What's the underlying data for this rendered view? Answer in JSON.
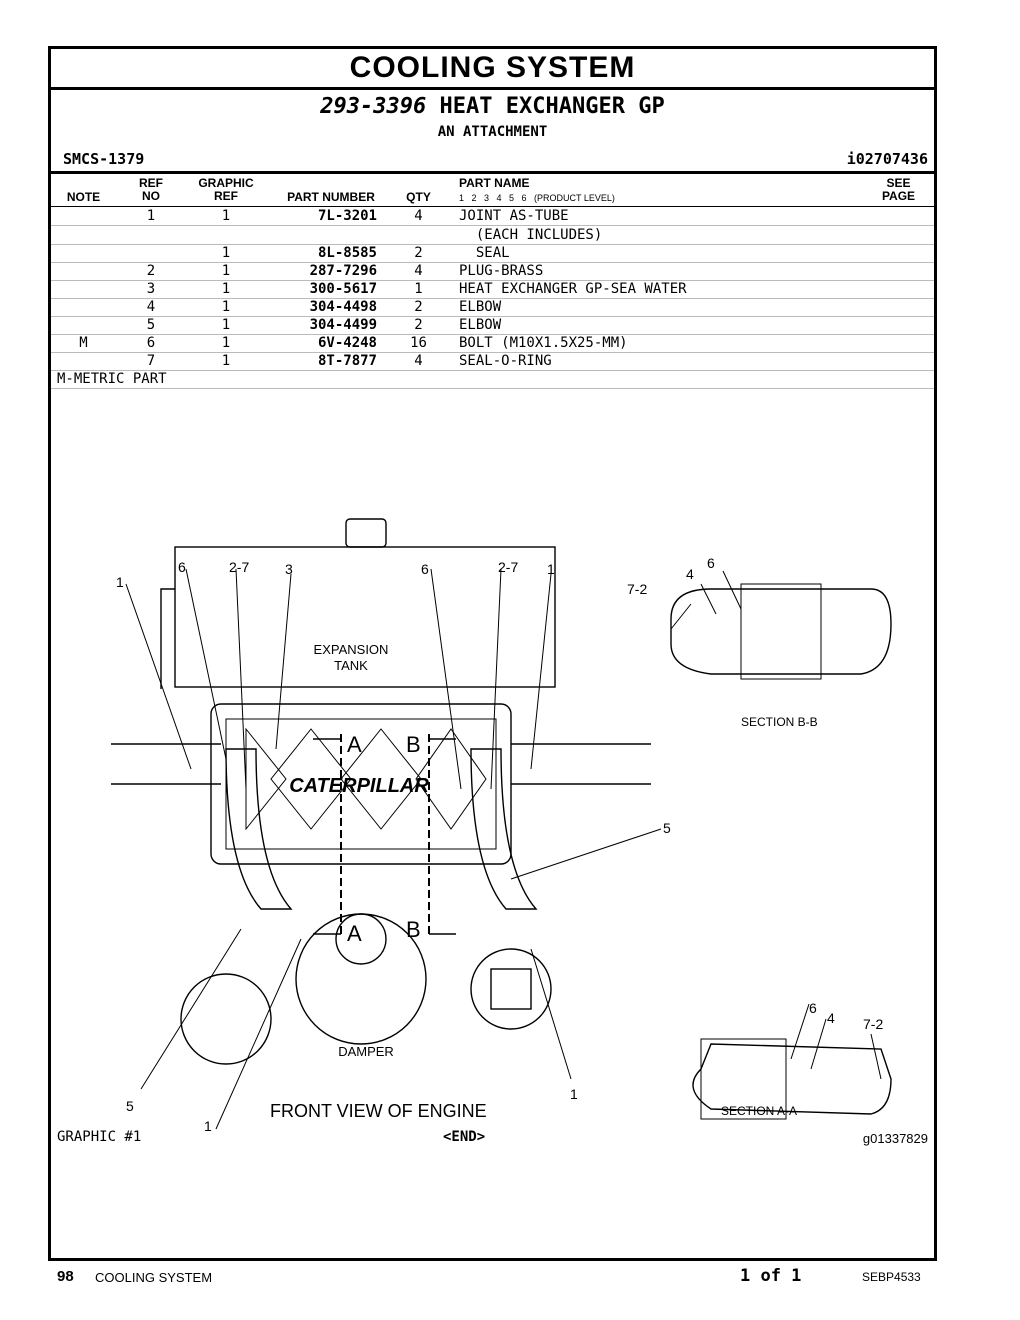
{
  "header": {
    "section_title": "COOLING SYSTEM",
    "part_number": "293-3396",
    "part_name": "HEAT EXCHANGER GP",
    "attachment": "AN ATTACHMENT",
    "smcs": "SMCS-1379",
    "info_id": "i02707436"
  },
  "columns": {
    "note": "NOTE",
    "ref_top": "REF",
    "ref_bottom": "NO",
    "graphic_top": "GRAPHIC",
    "graphic_bottom": "REF",
    "part_number": "PART NUMBER",
    "qty": "QTY",
    "part_name": "PART NAME",
    "product_level": "1   2   3   4   5   6   (PRODUCT LEVEL)",
    "see_top": "SEE",
    "see_bottom": "PAGE"
  },
  "rows": [
    {
      "note": "",
      "ref": "1",
      "graphic": "1",
      "pn": "7L-3201",
      "qty": "4",
      "name": "JOINT AS-TUBE"
    },
    {
      "note": "",
      "ref": "",
      "graphic": "",
      "pn": "",
      "qty": "",
      "name": "  (EACH INCLUDES)"
    },
    {
      "note": "",
      "ref": "",
      "graphic": "1",
      "pn": "8L-8585",
      "qty": "2",
      "name": "  SEAL"
    },
    {
      "note": "",
      "ref": "2",
      "graphic": "1",
      "pn": "287-7296",
      "qty": "4",
      "name": "PLUG-BRASS"
    },
    {
      "note": "",
      "ref": "3",
      "graphic": "1",
      "pn": "300-5617",
      "qty": "1",
      "name": "HEAT EXCHANGER GP-SEA WATER"
    },
    {
      "note": "",
      "ref": "4",
      "graphic": "1",
      "pn": "304-4498",
      "qty": "2",
      "name": "ELBOW"
    },
    {
      "note": "",
      "ref": "5",
      "graphic": "1",
      "pn": "304-4499",
      "qty": "2",
      "name": "ELBOW"
    },
    {
      "note": "M",
      "ref": "6",
      "graphic": "1",
      "pn": "6V-4248",
      "qty": "16",
      "name": "BOLT (M10X1.5X25-MM)"
    },
    {
      "note": "",
      "ref": "7",
      "graphic": "1",
      "pn": "8T-7877",
      "qty": "4",
      "name": "SEAL-O-RING"
    }
  ],
  "metric_note": "M-METRIC PART",
  "drawing": {
    "expansion_tank_1": "EXPANSION",
    "expansion_tank_2": "TANK",
    "brand": "CATERPILLAR",
    "damper": "DAMPER",
    "front_view": "FRONT VIEW OF ENGINE",
    "section_bb": "SECTION B-B",
    "section_aa": "SECTION A-A",
    "label_a": "A",
    "label_b": "B",
    "callouts": {
      "c1a": "1",
      "c6a": "6",
      "c27a": "2-7",
      "c3": "3",
      "c6b": "6",
      "c27b": "2-7",
      "c1b": "1",
      "c5a": "5",
      "c5b": "5",
      "c1c": "1",
      "c1d": "1",
      "bb72": "7-2",
      "bb4": "4",
      "bb6": "6",
      "aa6": "6",
      "aa4": "4",
      "aa72": "7-2"
    }
  },
  "footer": {
    "graphic": "GRAPHIC #1",
    "end": "<END>",
    "graphic_id": "g01337829"
  },
  "page": {
    "number": "98",
    "title": "COOLING SYSTEM",
    "of": "1 of 1",
    "doc": "SEBP4533"
  }
}
